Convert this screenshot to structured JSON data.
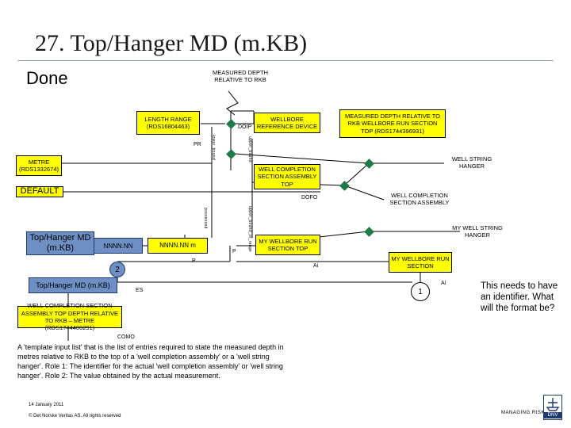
{
  "slide": {
    "title": "27. Top/Hanger MD (m.KB)",
    "status": "Done",
    "note": "This needs to have an identifier. What will the format be?",
    "description": "A 'template input list' that is the list of entries required to state the measured depth in metres relative to RKB to the top of a 'well completion assembly' or a 'well string hanger'. Role 1: The identifier for the actual 'well completion assembly' or 'well string hanger'. Role 2: The value obtained by the actual measurement.",
    "date": "14 January 2011",
    "copyright": "© Det Norske Veritas AS. All rights reserved",
    "brand_text": "MANAGING RISK",
    "logo_text": "DNV"
  },
  "diagram": {
    "measured_depth_rkb": "MEASURED DEPTH RELATIVE TO RKB",
    "length_range": "LENGTH RANGE (RDS16804463)",
    "wellbore_reference_device": "WELLBORE REFERENCE DEVICE",
    "md_wellbore_run_section_top": "MEASURED DEPTH RELATIVE TO RKB WELLBORE RUN SECTION TOP (RDS1744396931)",
    "metre": "METRE (RDS1332674)",
    "default_label": "DEFAULT",
    "well_completion_top": "WELL COMPLETION SECTION ASSEMBLY TOP",
    "well_string_hanger": "WELL STRING HANGER",
    "well_completion_assembly": "WELL COMPLETION SECTION ASSEMBLY",
    "my_well_string_hanger": "MY WELL STRING HANGER",
    "my_wellbore_run_section_top": "MY WELLBORE RUN SECTION TOP",
    "my_wellbore_run_section": "MY WELLBORE RUN SECTION",
    "top_hanger_md": "Top/Hanger MD (m.KB)",
    "value_nnnn": "NNNN.NN",
    "value_nnnn_m": "NNNN.NN m",
    "role_2": "2",
    "role_1": "1",
    "top_hanger_md_white": "Top/Hanger MD (m.KB)",
    "wcs_top_depth": "WELL COMPLETION SECTION ASSEMBLY TOP DEPTH RELATIVE TO RKB – METRE (RDS1744400291)",
    "doip": "DOIP",
    "pr": "PR",
    "dofo": "DOFO",
    "p": "P",
    "p2": "P",
    "ai": "Ai",
    "ai2": "Ai",
    "es": "ES",
    "como": "COMO",
    "vert_1": "lower_bound",
    "vert_2": "upper_bound",
    "vert_3": "possessed",
    "vert_4": "upper_bound_of_range"
  },
  "colors": {
    "yellow": "#ffff00",
    "blue": "#6d8fc4",
    "diamond": "#1f7a4a",
    "line": "#000000"
  }
}
